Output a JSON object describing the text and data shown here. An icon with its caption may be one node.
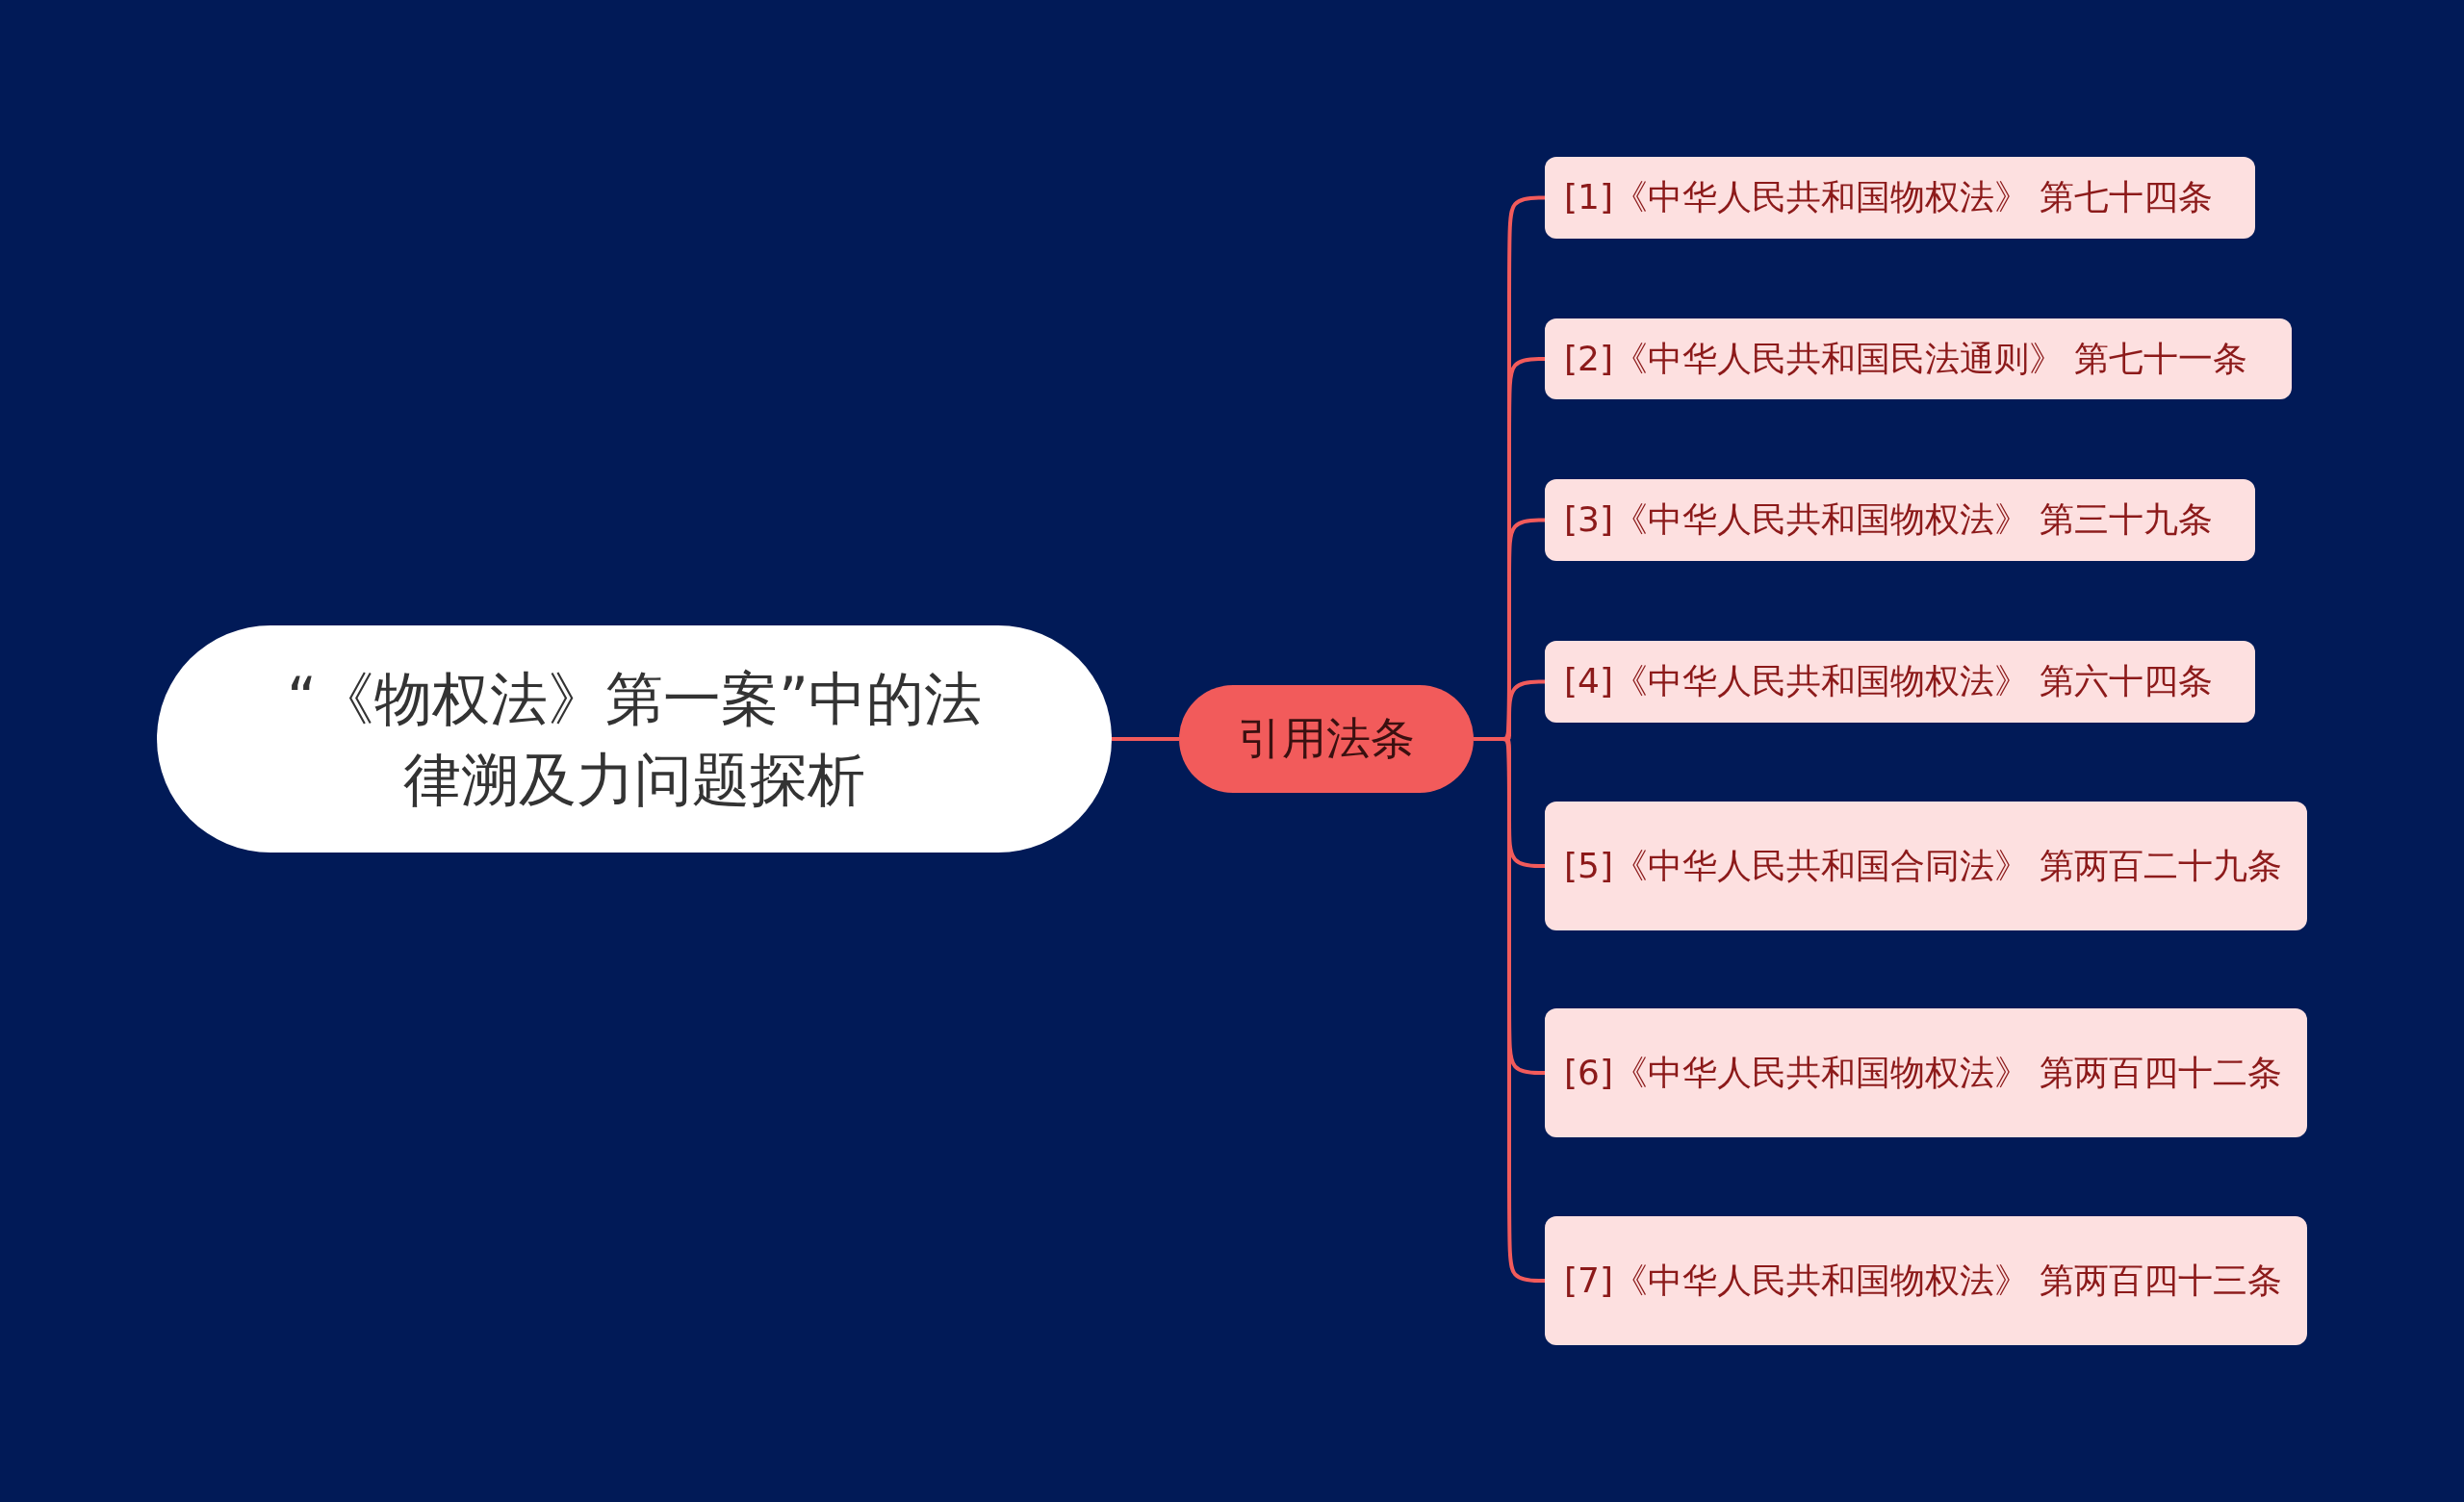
{
  "diagram": {
    "nodes": [
      {
        "text": [
          "“《物权法》第一案”中的法律溯及力问题探析"
        ]
      },
      {
        "text": [
          "引用法条"
        ]
      },
      {
        "text": [
          "[1]《中华人民共和国物权法》 第七十四条"
        ]
      },
      {
        "text": [
          "[2]《中华人民共和国民法通则》 第七十一条"
        ]
      },
      {
        "text": [
          "[3]《中华人民共和国物权法》 第三十九条"
        ]
      },
      {
        "text": [
          "[4]《中华人民共和国物权法》 第六十四条"
        ]
      },
      {
        "text": [
          "[5]《中华人民共和国合同法》 第两百二十九条"
        ]
      },
      {
        "text": [
          "[6]《中华人民共和国物权法》 第两百四十二条"
        ]
      },
      {
        "text": [
          "[7]《中华人民共和国物权法》 第两百四十三条"
        ]
      }
    ],
    "edges": [
      {
        "from": 0,
        "to": 1,
        "arrow": "none"
      },
      {
        "from": 1,
        "to": 2,
        "arrow": "none"
      },
      {
        "from": 1,
        "to": 3,
        "arrow": "none"
      },
      {
        "from": 1,
        "to": 4,
        "arrow": "none"
      },
      {
        "from": 1,
        "to": 5,
        "arrow": "none"
      },
      {
        "from": 1,
        "to": 6,
        "arrow": "none"
      },
      {
        "from": 1,
        "to": 7,
        "arrow": "none"
      },
      {
        "from": 1,
        "to": 8,
        "arrow": "none"
      }
    ]
  }
}
